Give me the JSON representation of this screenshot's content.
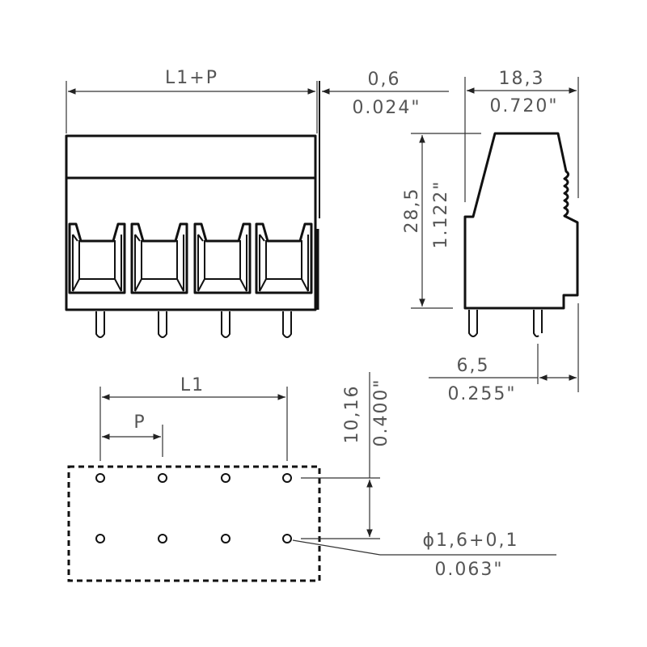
{
  "front_view": {
    "width_label": "L1+P",
    "gap_mm": "0,6",
    "gap_in": "0.024\""
  },
  "side_view": {
    "depth_mm": "18,3",
    "depth_in": "0.720\"",
    "height_mm": "28,5",
    "height_in": "1.122\"",
    "pin_offset_mm": "6,5",
    "pin_offset_in": "0.255\""
  },
  "footprint": {
    "length_label": "L1",
    "pitch_label": "P",
    "row_spacing_mm": "10,16",
    "row_spacing_in": "0.400\"",
    "hole_mm": "ϕ1,6+0,1",
    "hole_in": "0.063\""
  }
}
